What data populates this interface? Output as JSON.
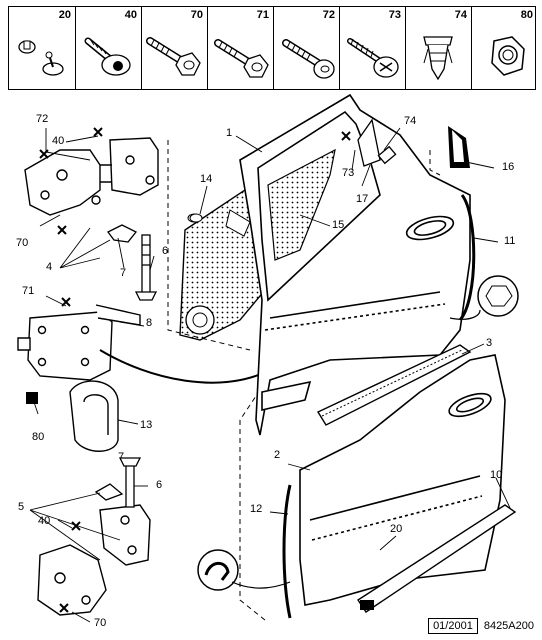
{
  "parts_bar": [
    {
      "number": "20",
      "icon": "push-rivet-icon"
    },
    {
      "number": "40",
      "icon": "flange-screw-icon"
    },
    {
      "number": "70",
      "icon": "hex-bolt-icon"
    },
    {
      "number": "71",
      "icon": "hex-bolt-icon"
    },
    {
      "number": "72",
      "icon": "threaded-bolt-icon"
    },
    {
      "number": "73",
      "icon": "self-tapping-screw-icon"
    },
    {
      "number": "74",
      "icon": "plastic-clip-icon"
    },
    {
      "number": "80",
      "icon": "hex-nut-icon"
    }
  ],
  "callouts": {
    "c72": "72",
    "c40a": "40",
    "c70a": "70",
    "c4": "4",
    "c7a": "7",
    "c6a": "6",
    "c71": "71",
    "c8": "8",
    "c80": "80",
    "c13": "13",
    "c14": "14",
    "c1": "1",
    "c15": "15",
    "c73": "73",
    "c17": "17",
    "c74": "74",
    "c16": "16",
    "c11": "11",
    "c3": "3",
    "c2": "2",
    "c7b": "7",
    "c6b": "6",
    "c5": "5",
    "c40b": "40",
    "c70b": "70",
    "c12": "12",
    "c20": "20",
    "c10": "10"
  },
  "footer": {
    "date": "01/2001",
    "reference": "8425A200"
  }
}
